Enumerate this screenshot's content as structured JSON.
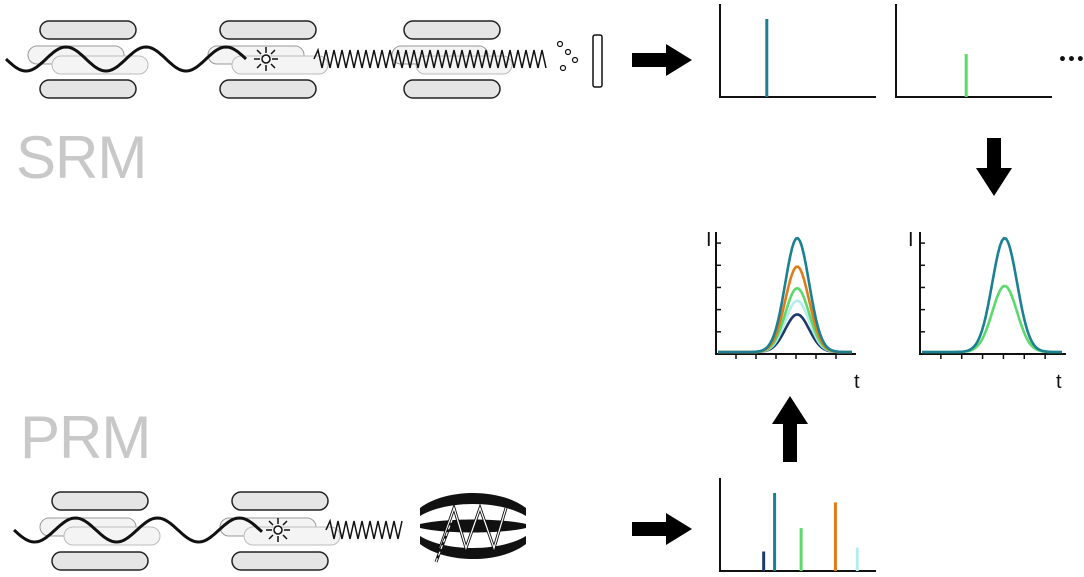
{
  "labels": {
    "srm": "SRM",
    "prm": "PRM"
  },
  "axis": {
    "intensity": "I",
    "time": "t"
  },
  "ellipsis": "•••",
  "colors": {
    "teal": "#1b8091",
    "orange": "#e07b1a",
    "green": "#5dd86b",
    "light_green": "#a6e6b9",
    "light_cyan": "#b6ecee",
    "navy": "#1e3a6b",
    "arrow": "#000000",
    "rod_fill": "#e5e5e5",
    "rod_stroke": "#222222"
  },
  "chart_data": [
    {
      "type": "bar",
      "panel": "SRM transition 1",
      "series": [
        {
          "color": "#1b8091",
          "values": [
            1.0
          ]
        }
      ],
      "x": [
        0.3
      ]
    },
    {
      "type": "bar",
      "panel": "SRM transition 2",
      "series": [
        {
          "color": "#5dd86b",
          "values": [
            0.55
          ]
        }
      ],
      "x": [
        0.45
      ]
    },
    {
      "type": "bar",
      "panel": "PRM fragment spectrum",
      "x": [
        0.28,
        0.35,
        0.52,
        0.74,
        0.88
      ],
      "values": [
        0.25,
        1.0,
        0.55,
        0.88,
        0.3
      ],
      "colors": [
        "#1e3a6b",
        "#1b8091",
        "#5dd86b",
        "#e07b1a",
        "#b6ecee"
      ]
    },
    {
      "type": "line",
      "panel": "PRM chromatogram",
      "xlabel": "t",
      "ylabel": "I",
      "series": [
        {
          "color": "#1b8091",
          "peak": 1.0
        },
        {
          "color": "#e07b1a",
          "peak": 0.75
        },
        {
          "color": "#5dd86b",
          "peak": 0.56
        },
        {
          "color": "#b6ecee",
          "peak": 0.45
        },
        {
          "color": "#1e3a6b",
          "peak": 0.33
        }
      ]
    },
    {
      "type": "line",
      "panel": "SRM chromatogram",
      "xlabel": "t",
      "ylabel": "I",
      "series": [
        {
          "color": "#1b8091",
          "peak": 1.0
        },
        {
          "color": "#5dd86b",
          "peak": 0.58
        }
      ]
    }
  ]
}
